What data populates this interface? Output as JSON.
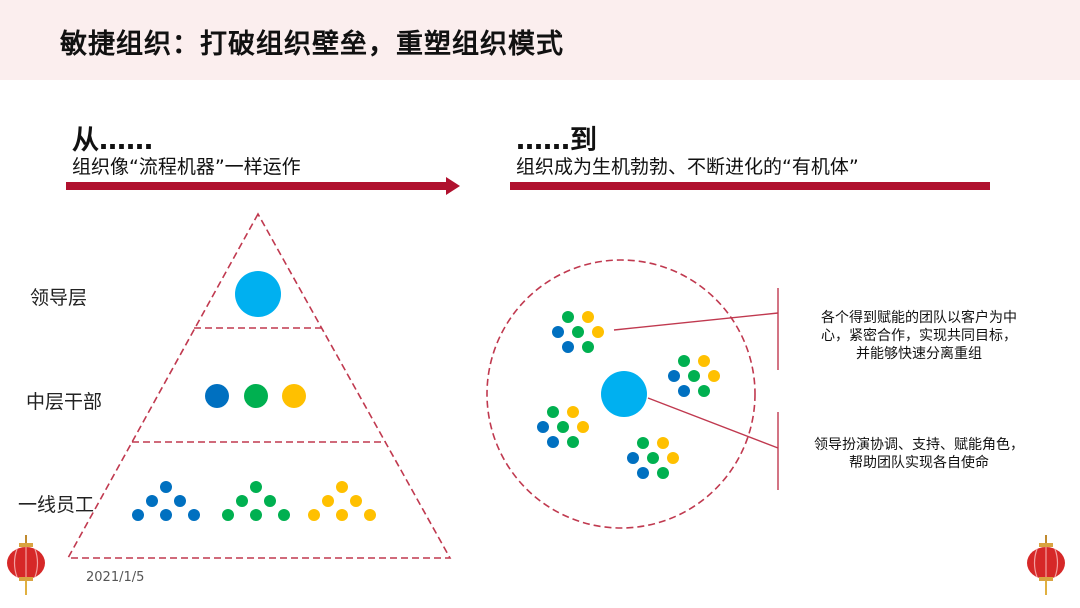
{
  "slide": {
    "title": "敏捷组织：打破组织壁垒，重塑组织模式",
    "date": "2021/1/5"
  },
  "left": {
    "heading": "从……",
    "subheading": "组织像“流程机器”一样运作",
    "layers": [
      "领导层",
      "中层干部",
      "一线员工"
    ]
  },
  "right": {
    "heading": "……到",
    "subheading": "组织成为生机勃勃、不断进化的“有机体”",
    "note1": [
      "各个得到赋能的团队以客户为中",
      "心，紧密合作，实现共同目标，",
      "并能够快速分离重组"
    ],
    "note2": [
      "领导扮演协调、支持、赋能角色，",
      "帮助团队实现各自使命"
    ]
  },
  "colors": {
    "accent_red": "#b0112e",
    "dashed_red": "#c0394f",
    "leader_blue": "#00b0f0",
    "dark_blue": "#0070c0",
    "green": "#00b050",
    "yellow": "#ffc000"
  },
  "icons": [
    "lantern-icon"
  ]
}
